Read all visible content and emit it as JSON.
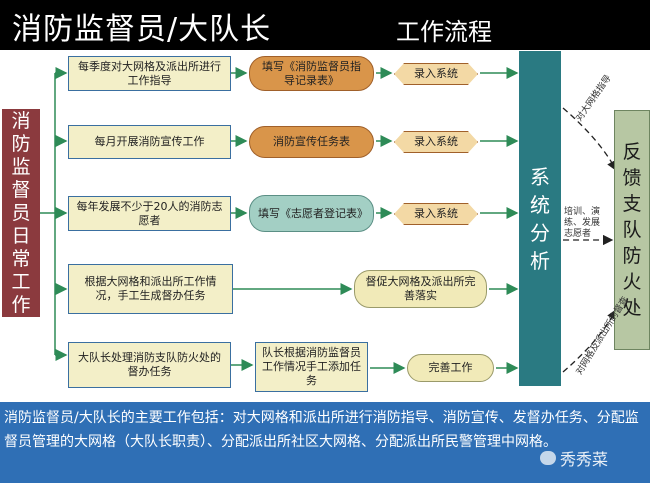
{
  "title": {
    "main": "消防监督员/大队长",
    "sub": "工作流程"
  },
  "left_box": "消防监督员日常工作",
  "rows": [
    {
      "task": "每季度对大网格及派出所进行工作指导",
      "mid": "填写《消防监督员指导记录表》",
      "end": "录入系统"
    },
    {
      "task": "每月开展消防宣传工作",
      "mid": "消防宣传任务表",
      "end": "录入系统"
    },
    {
      "task": "每年发展不少于20人的消防志愿者",
      "mid": "填写《志愿者登记表》",
      "end": "录入系统"
    },
    {
      "task": "根据大网格和派出所工作情况，手工生成督办任务",
      "mid": "督促大网格及派出所完善落实"
    },
    {
      "task": "大队长处理消防支队防火处的督办任务",
      "mid": "队长根据消防监督员工作情况手工添加任务",
      "end": "完善工作"
    }
  ],
  "system_box": "系统分析",
  "feedback_box": "反馈支队防火处",
  "annotations": {
    "top": "对大网格指导",
    "middle": "培训、演练、发展志愿者",
    "bottom": "对网格及派出所的督查"
  },
  "footer": "消防监督员/大队长的主要工作包括：对大网格和派出所进行消防指导、消防宣传、发督办任务、分配监督员管理的大网格（大队长职责）、分配派出所社区大网格、分配派出所民警管理中网格。",
  "watermark": "秀秀菜",
  "colors": {
    "title_bg": "#000000",
    "footer_bg": "#2f6fb5",
    "left_box": "#8b3a3e",
    "system_box": "#2a7a82",
    "feedback_box": "#b7c7a3"
  }
}
